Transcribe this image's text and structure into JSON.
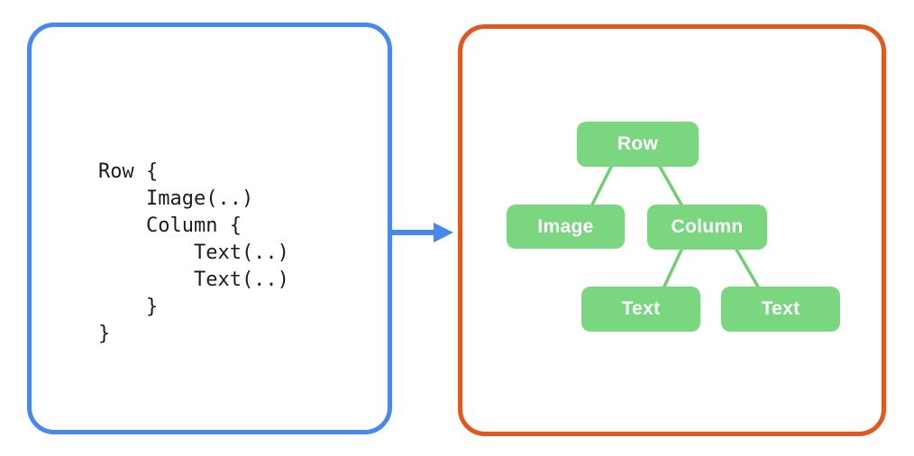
{
  "colors": {
    "background": "#ffffff",
    "code_panel_border": "#4a87f0",
    "tree_panel_border": "#e2571e",
    "arrow": "#4a87f0",
    "node_fill": "#7bd680",
    "edge_line": "#6fcf74",
    "node_text": "#ffffff",
    "code_text": "#1c1c1c"
  },
  "code_panel": {
    "code": "Row {\n    Image(..)\n    Column {\n        Text(..)\n        Text(..)\n    }\n}"
  },
  "arrow": {
    "direction": "right",
    "meaning": "code-transforms-to-ui-tree"
  },
  "tree_panel": {
    "nodes": [
      {
        "id": "row",
        "label": "Row",
        "parent": null
      },
      {
        "id": "image",
        "label": "Image",
        "parent": "row"
      },
      {
        "id": "column",
        "label": "Column",
        "parent": "row"
      },
      {
        "id": "text1",
        "label": "Text",
        "parent": "column"
      },
      {
        "id": "text2",
        "label": "Text",
        "parent": "column"
      }
    ],
    "edges": [
      {
        "from": "row",
        "to": "image"
      },
      {
        "from": "row",
        "to": "column"
      },
      {
        "from": "column",
        "to": "text1"
      },
      {
        "from": "column",
        "to": "text2"
      }
    ]
  }
}
